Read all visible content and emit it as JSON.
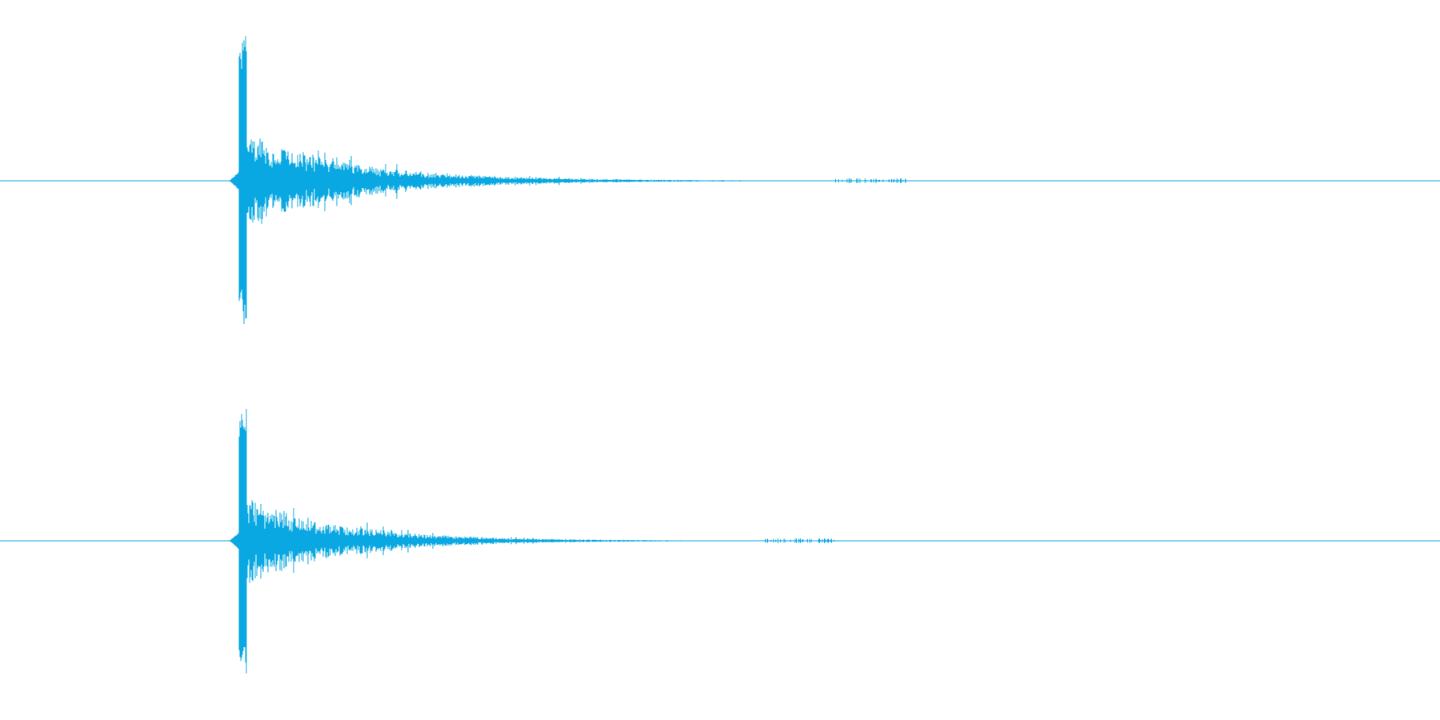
{
  "waveform": {
    "color": "#0aa8e2",
    "background": "#ffffff",
    "channels": [
      {
        "name": "",
        "peak": 0.95,
        "attack_fraction": 0.166,
        "decay_end_fraction": 0.58
      },
      {
        "name": "",
        "peak": 0.88,
        "attack_fraction": 0.166,
        "decay_end_fraction": 0.53
      }
    ]
  }
}
